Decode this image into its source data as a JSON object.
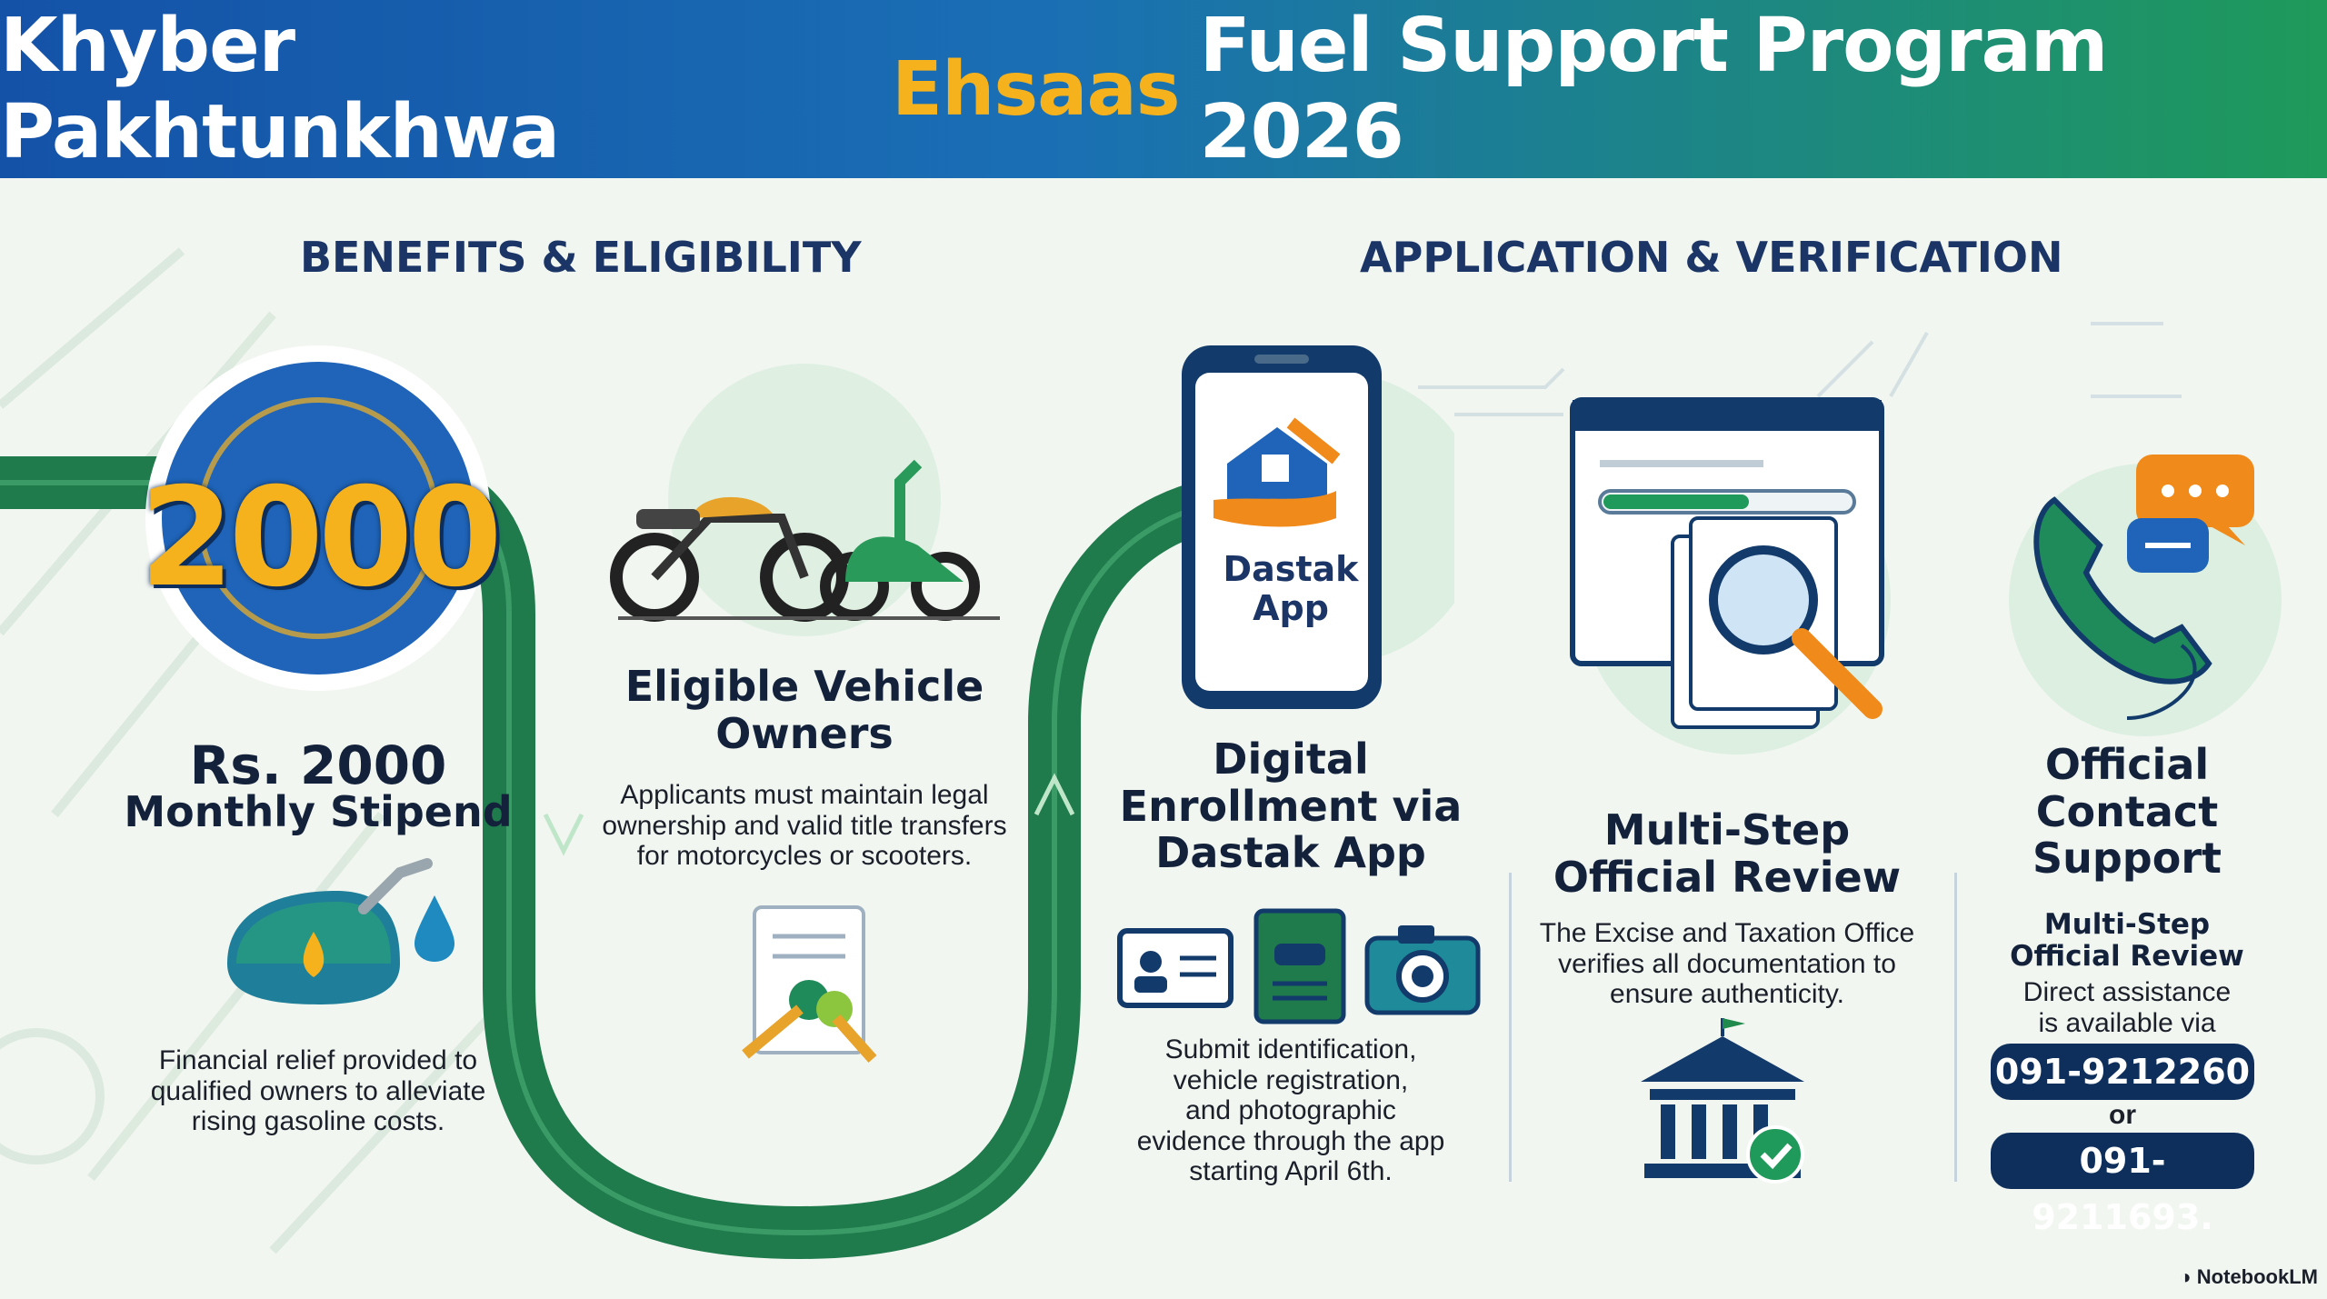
{
  "title": {
    "part1": "Khyber Pakhtunkhwa",
    "highlight": "Ehsaas",
    "part2": "Fuel Support Program 2026"
  },
  "sections": {
    "left": "BENEFITS & ELIGIBILITY",
    "right": "APPLICATION & VERIFICATION"
  },
  "stipend": {
    "badge": "2000",
    "amount": "Rs. 2000",
    "label": "Monthly Stipend",
    "description_lines": [
      "Financial relief provided to",
      "qualified owners to alleviate",
      "rising gasoline costs."
    ]
  },
  "eligibility": {
    "heading_lines": [
      "Eligible Vehicle",
      "Owners"
    ],
    "description_lines": [
      "Applicants must maintain legal",
      "ownership and valid title transfers",
      "for motorcycles or scooters."
    ]
  },
  "enrollment": {
    "app_name_lines": [
      "Dastak",
      "App"
    ],
    "heading_lines": [
      "Digital",
      "Enrollment via",
      "Dastak App"
    ],
    "description_lines": [
      "Submit identification,",
      "vehicle registration,",
      "and photographic",
      "evidence through the app",
      "starting April 6th."
    ]
  },
  "review": {
    "heading_lines": [
      "Multi-Step",
      "Official Review"
    ],
    "description_lines": [
      "The Excise and Taxation Office",
      "verifies all documentation to",
      "ensure authenticity."
    ]
  },
  "contact": {
    "heading_lines": [
      "Official",
      "Contact",
      "Support"
    ],
    "subheading_lines": [
      "Multi-Step",
      "Official Review"
    ],
    "description_lines": [
      "Direct assistance",
      "is available via"
    ],
    "phone1": "091-9212260",
    "or": "or",
    "phone2": "091-9211693."
  },
  "footer": {
    "brand": "NotebookLM"
  },
  "colors": {
    "banner_blue": "#1452a8",
    "banner_green": "#1f9a5a",
    "highlight": "#f5b21d",
    "navy": "#0e2f5c",
    "green": "#1f8a4c"
  },
  "icons": [
    "fuel-can-icon",
    "fuel-drop-icon",
    "motorcycle-icon",
    "scooter-icon",
    "keys-icon",
    "smartphone-icon",
    "house-hand-icon",
    "id-card-icon",
    "registration-doc-icon",
    "camera-icon",
    "browser-window-icon",
    "magnifier-icon",
    "government-building-icon",
    "check-badge-icon",
    "phone-handset-icon",
    "chat-bubble-icon"
  ]
}
